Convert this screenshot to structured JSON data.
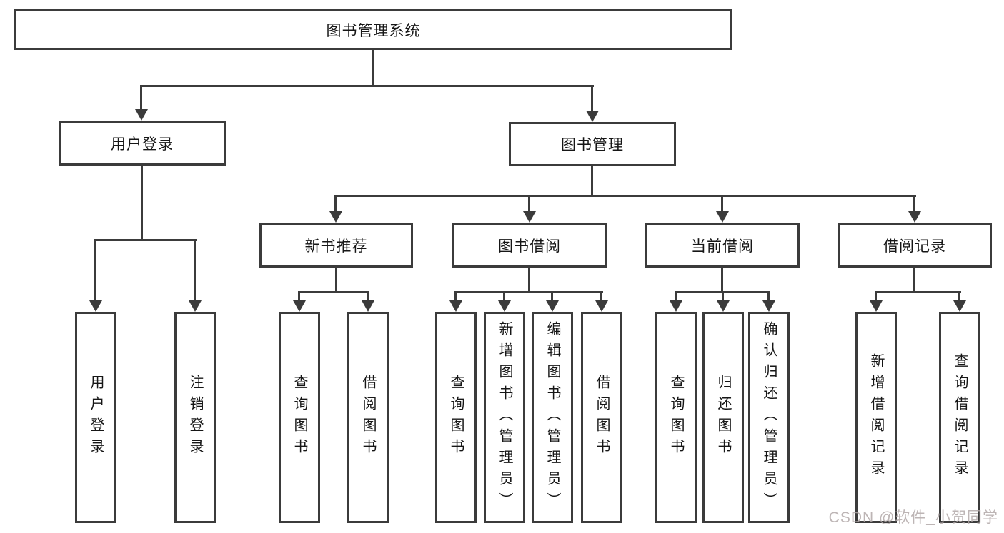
{
  "nodes": {
    "root": "图书管理系统",
    "user_login": "用户登录",
    "book_mgmt": "图书管理",
    "new_rec": "新书推荐",
    "book_borrow": "图书借阅",
    "current_borrow": "当前借阅",
    "borrow_records": "借阅记录"
  },
  "leaves": {
    "user_login": [
      "用户登录",
      "注销登录"
    ],
    "new_rec": [
      "查询图书",
      "借阅图书"
    ],
    "book_borrow": [
      "查询图书",
      "新增图书（管理员）",
      "编辑图书（管理员）",
      "借阅图书"
    ],
    "current_borrow": [
      "查询图书",
      "归还图书",
      "确认归还（管理员）"
    ],
    "borrow_records": [
      "新增借阅记录",
      "查询借阅记录"
    ]
  },
  "watermark": "CSDN @软件_小贺同学",
  "colors": {
    "line": "#3b3b3b",
    "box_background": "#ffffff",
    "text": "#161616",
    "watermark": "#b2a8a8"
  }
}
